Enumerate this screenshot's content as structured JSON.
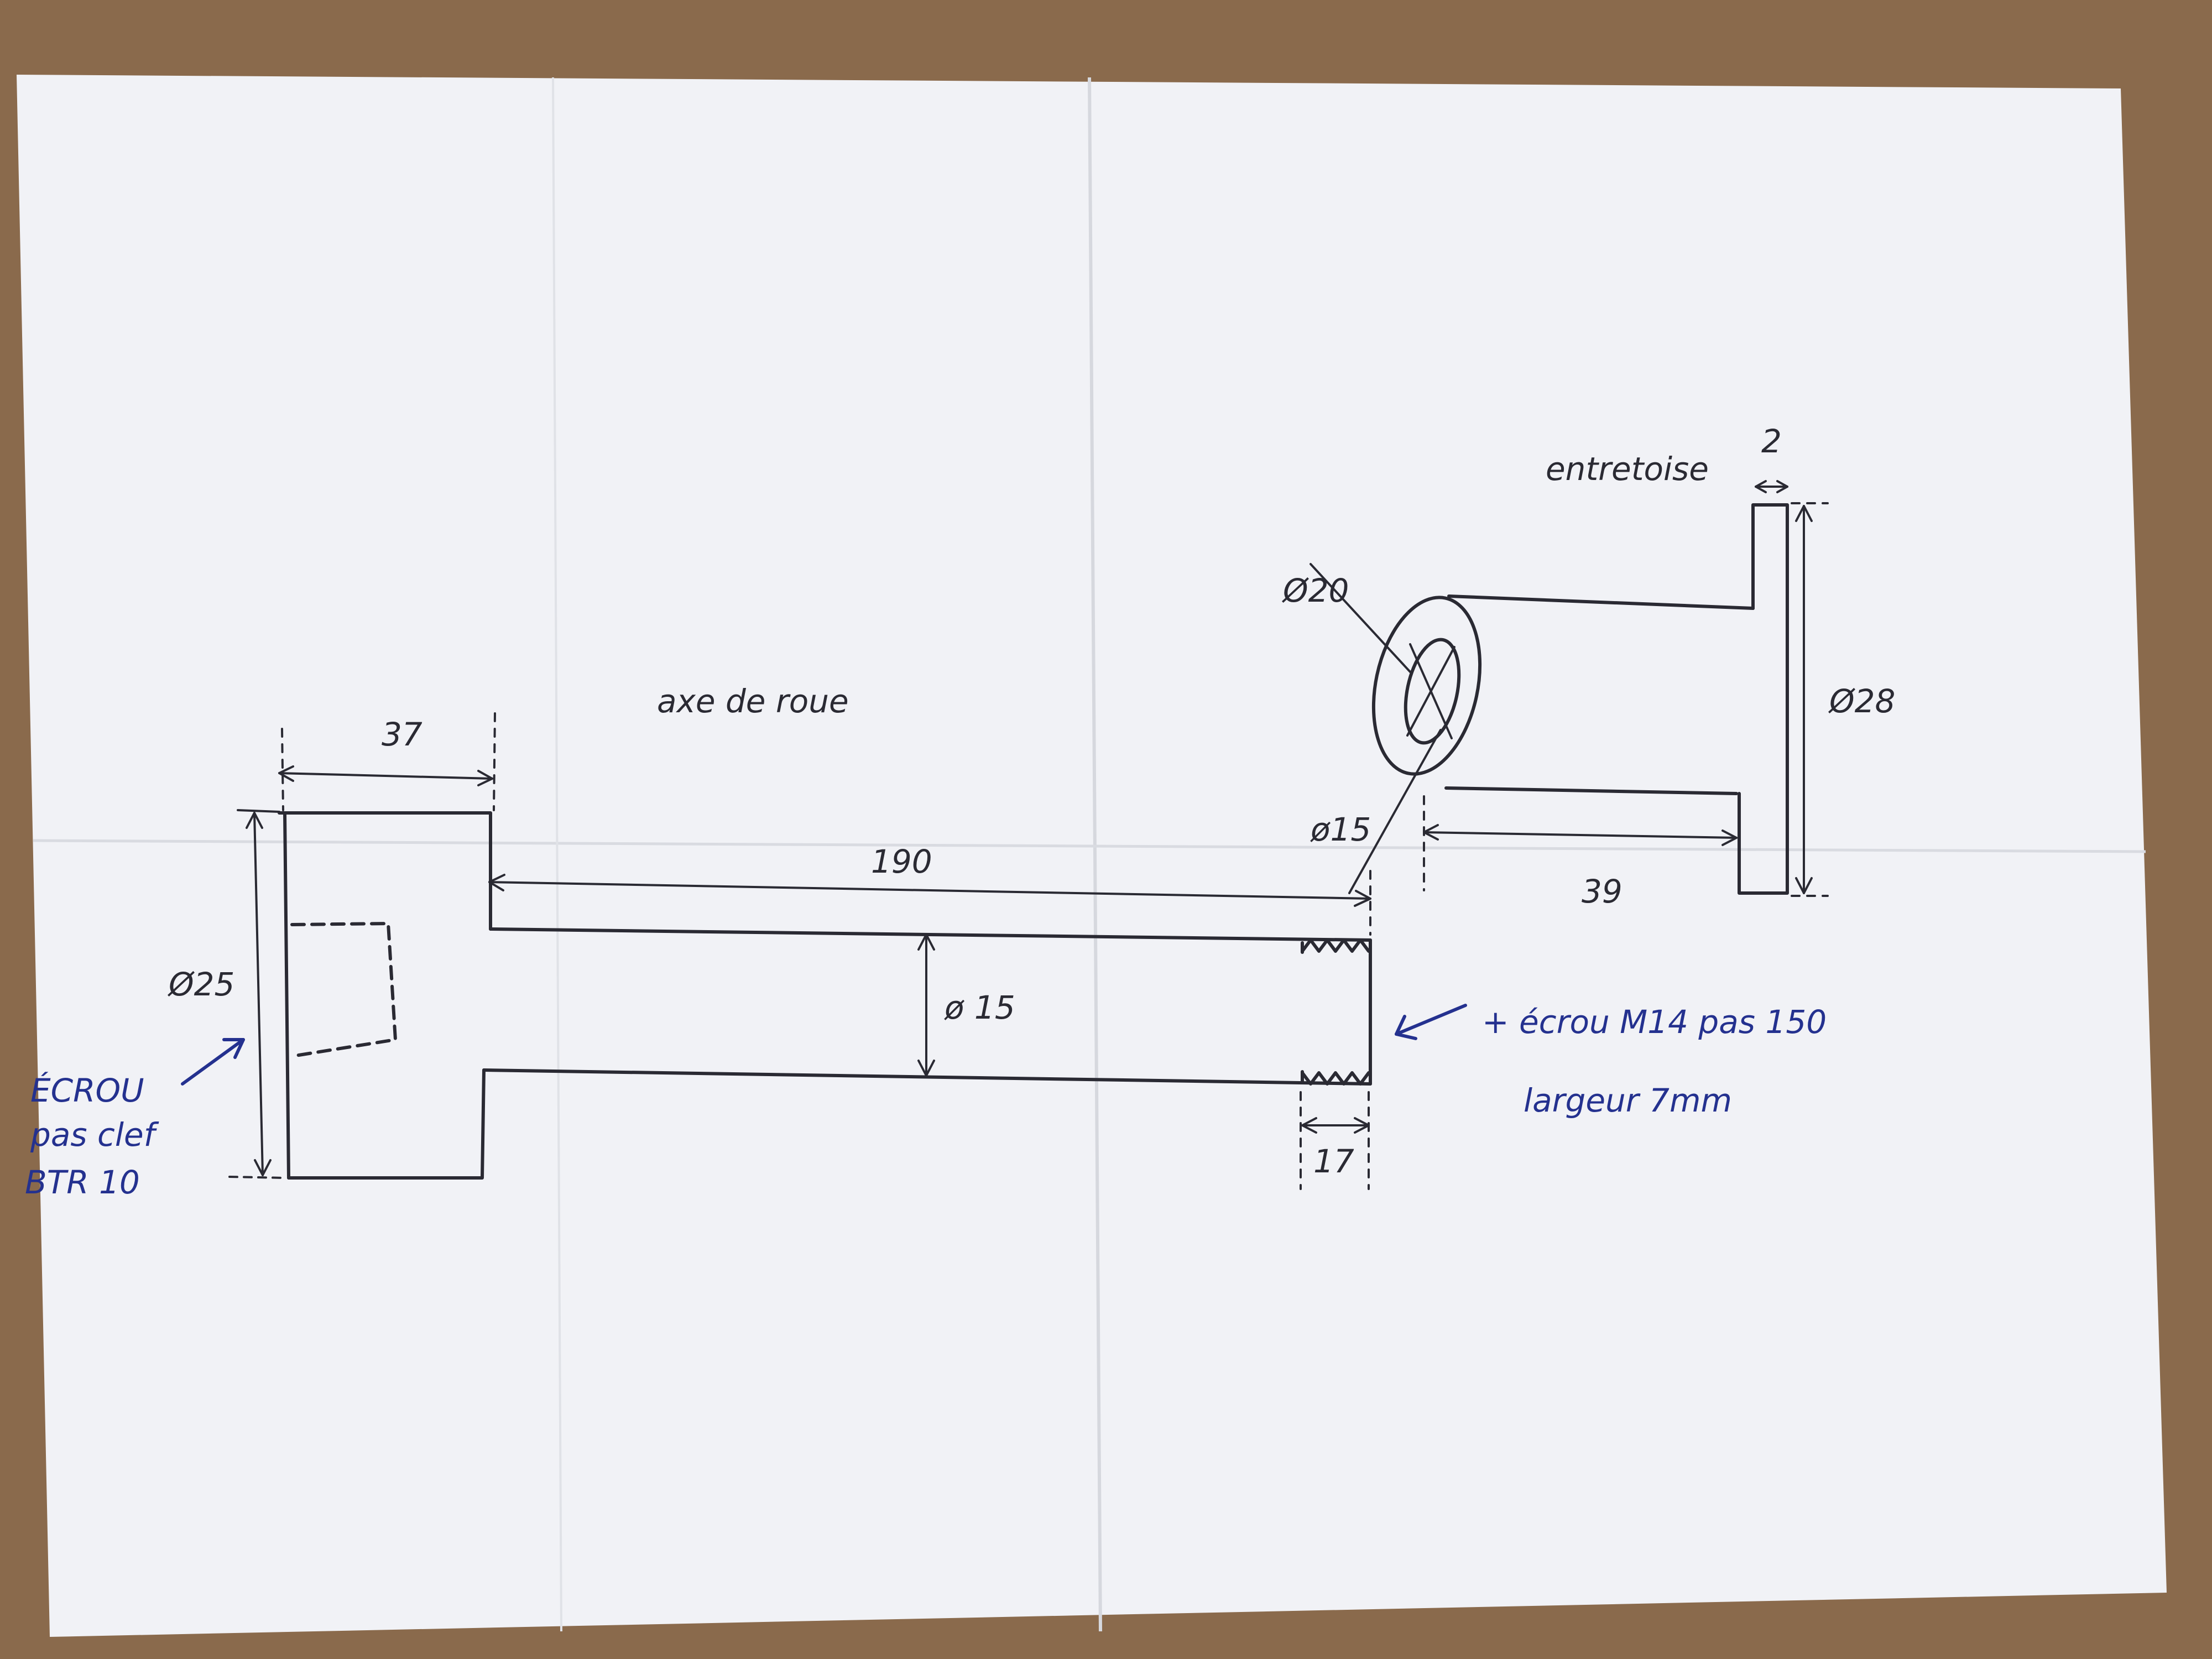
{
  "colors": {
    "table": "#8a6a4c",
    "paper": "#f1f2f6",
    "black_ink": "#2a2a33",
    "blue_ink": "#24318f"
  },
  "axle": {
    "title": "axe de roue",
    "dim_head_length": "37",
    "dim_total_length": "190",
    "dim_head_diameter": "Ø25",
    "dim_shaft_diameter": "ø 15",
    "dim_thread_length": "17"
  },
  "spacer": {
    "title": "entretoise",
    "dim_flange_width": "2",
    "dim_outer_diameter": "Ø20",
    "dim_inner_diameter": "ø15",
    "dim_flange_diameter": "Ø28",
    "dim_length": "39"
  },
  "notes": {
    "head_note_line1": "ÉCROU",
    "head_note_line2": "pas clef",
    "head_note_line3": "BTR 10",
    "nut_note_line1": "+ écrou M14   pas 150",
    "nut_note_line2": "largeur 7mm"
  }
}
